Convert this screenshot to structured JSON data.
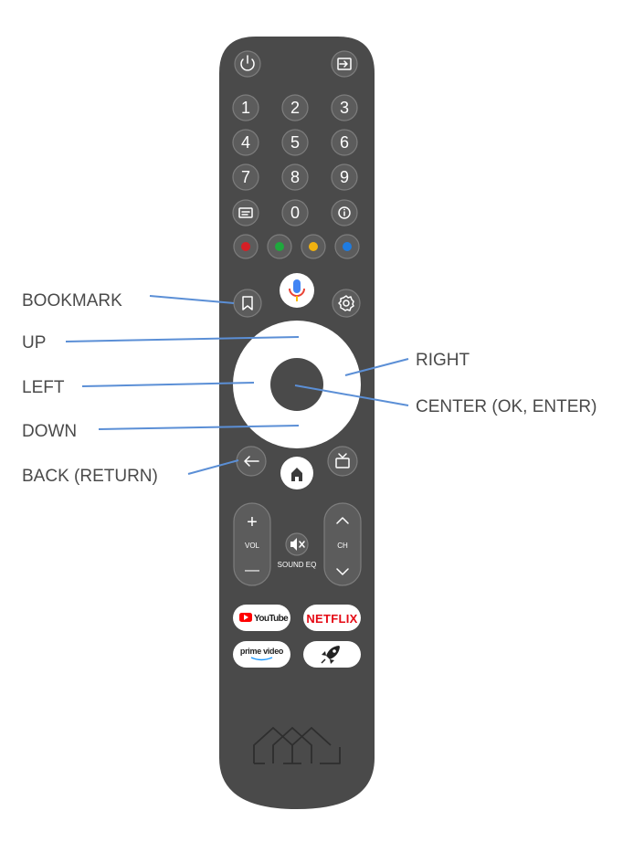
{
  "numbers": [
    "1",
    "2",
    "3",
    "4",
    "5",
    "6",
    "7",
    "8",
    "9",
    "0"
  ],
  "color_keys": [
    "#d61f26",
    "#1fa83d",
    "#f2b20f",
    "#1e7be0"
  ],
  "labels": {
    "bookmark": "BOOKMARK",
    "up": "UP",
    "left": "LEFT",
    "down": "DOWN",
    "back": "BACK (RETURN)",
    "right": "RIGHT",
    "center": "CENTER (OK, ENTER)"
  },
  "buttons": {
    "vol_label": "VOL",
    "ch_label": "CH",
    "sound_eq_label": "SOUND EQ",
    "plus": "+",
    "minus": "—",
    "youtube": "YouTube",
    "netflix": "NETFLIX",
    "prime_video": "prime video"
  },
  "colors": {
    "remote_body": "#4a4a4a",
    "button": "#5c5c5c",
    "dpad": "#ffffff",
    "leader_line": "#5b8fd6",
    "label_text": "#4a4a4a"
  },
  "icons": [
    "power-icon",
    "input-icon",
    "subtitle-icon",
    "info-icon",
    "bookmark-icon",
    "mic-icon",
    "settings-icon",
    "back-arrow-icon",
    "home-icon",
    "tv-icon",
    "mute-icon",
    "rocket-icon",
    "brand-logo-icon"
  ]
}
